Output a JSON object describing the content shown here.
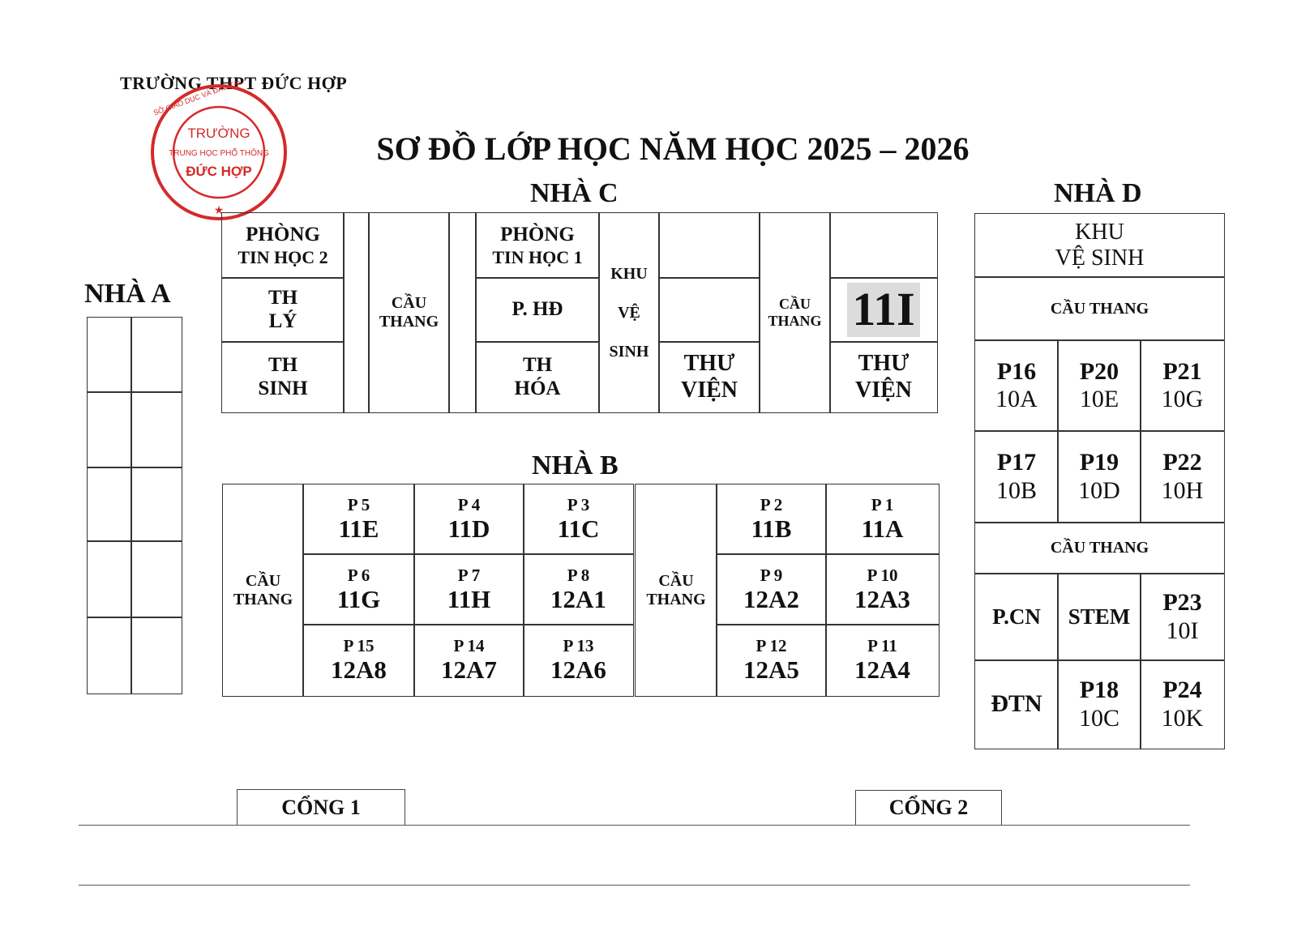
{
  "header": {
    "school": "TRƯỜNG THPT ĐỨC HỢP",
    "title": "SƠ ĐỒ LỚP HỌC NĂM HỌC 2025 – 2026"
  },
  "stamp": {
    "line1": "TRƯỜNG",
    "line2": "TRUNG HỌC PHỔ THÔNG",
    "line3": "ĐỨC HỢP",
    "ring": "SỞ GIÁO DỤC VÀ ĐÀO TẠO TỈNH HƯNG YÊN",
    "color": "#d42a2a"
  },
  "nha_a": {
    "label": "NHÀ A"
  },
  "nha_c": {
    "label": "NHÀ C",
    "phong_tin_2": [
      "PHÒNG",
      "TIN HỌC 2"
    ],
    "th_ly": [
      "TH",
      "LÝ"
    ],
    "th_sinh": [
      "TH",
      "SINH"
    ],
    "cau_thang_1": [
      "CẦU",
      "THANG"
    ],
    "phong_tin_1": [
      "PHÒNG",
      "TIN HỌC 1"
    ],
    "p_hd": "P. HĐ",
    "th_hoa": [
      "TH",
      "HÓA"
    ],
    "khu_ve_sinh": [
      "KHU",
      "VỆ",
      "SINH"
    ],
    "thu_vien_1": [
      "THƯ",
      "VIỆN"
    ],
    "cau_thang_2": [
      "CẦU",
      "THANG"
    ],
    "class_11i": "11I",
    "thu_vien_2": [
      "THƯ",
      "VIỆN"
    ]
  },
  "nha_b": {
    "label": "NHÀ B",
    "cau_thang_left": [
      "CẦU",
      "THANG"
    ],
    "cau_thang_mid": [
      "CẦU",
      "THANG"
    ],
    "rooms": [
      {
        "room": "P 5",
        "cls": "11E"
      },
      {
        "room": "P 4",
        "cls": "11D"
      },
      {
        "room": "P 3",
        "cls": "11C"
      },
      {
        "room": "P 2",
        "cls": "11B"
      },
      {
        "room": "P 1",
        "cls": "11A"
      },
      {
        "room": "P 6",
        "cls": "11G"
      },
      {
        "room": "P 7",
        "cls": "11H"
      },
      {
        "room": "P 8",
        "cls": "12A1"
      },
      {
        "room": "P 9",
        "cls": "12A2"
      },
      {
        "room": "P 10",
        "cls": "12A3"
      },
      {
        "room": "P 15",
        "cls": "12A8"
      },
      {
        "room": "P 14",
        "cls": "12A7"
      },
      {
        "room": "P 13",
        "cls": "12A6"
      },
      {
        "room": "P 12",
        "cls": "12A5"
      },
      {
        "room": "P 11",
        "cls": "12A4"
      }
    ]
  },
  "nha_d": {
    "label": "NHÀ D",
    "khu_ve_sinh": [
      "KHU",
      "VỆ SINH"
    ],
    "cau_thang_1": "CẦU THANG",
    "cau_thang_2": "CẦU THANG",
    "rooms": [
      {
        "room": "P16",
        "cls": "10A"
      },
      {
        "room": "P20",
        "cls": "10E"
      },
      {
        "room": "P21",
        "cls": "10G"
      },
      {
        "room": "P17",
        "cls": "10B"
      },
      {
        "room": "P19",
        "cls": "10D"
      },
      {
        "room": "P22",
        "cls": "10H"
      }
    ],
    "p_cn": "P.CN",
    "stem": "STEM",
    "p23": {
      "room": "P23",
      "cls": "10I"
    },
    "dtn": "ĐTN",
    "p18": {
      "room": "P18",
      "cls": "10C"
    },
    "p24": {
      "room": "P24",
      "cls": "10K"
    }
  },
  "gates": {
    "gate1": "CỔNG 1",
    "gate2": "CỔNG 2"
  }
}
